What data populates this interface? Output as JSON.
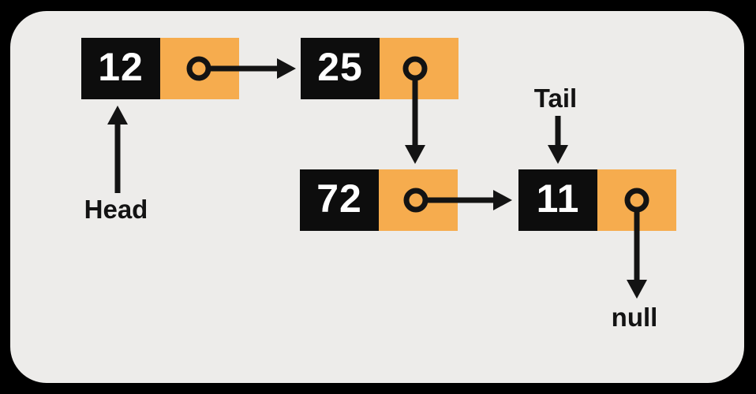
{
  "diagram": {
    "title": "singly-linked-list",
    "nodes": [
      {
        "value": "12"
      },
      {
        "value": "25"
      },
      {
        "value": "72"
      },
      {
        "value": "11"
      }
    ],
    "labels": {
      "head": "Head",
      "tail": "Tail",
      "null_label": "null"
    },
    "colors": {
      "outer_background": "#000000",
      "canvas_background": "#EDECEA",
      "node_value_background": "#0D0D0D",
      "node_pointer_background": "#F6AC4E",
      "value_text": "#FFFFFF",
      "arrow": "#131313",
      "label_text": "#131313"
    }
  }
}
